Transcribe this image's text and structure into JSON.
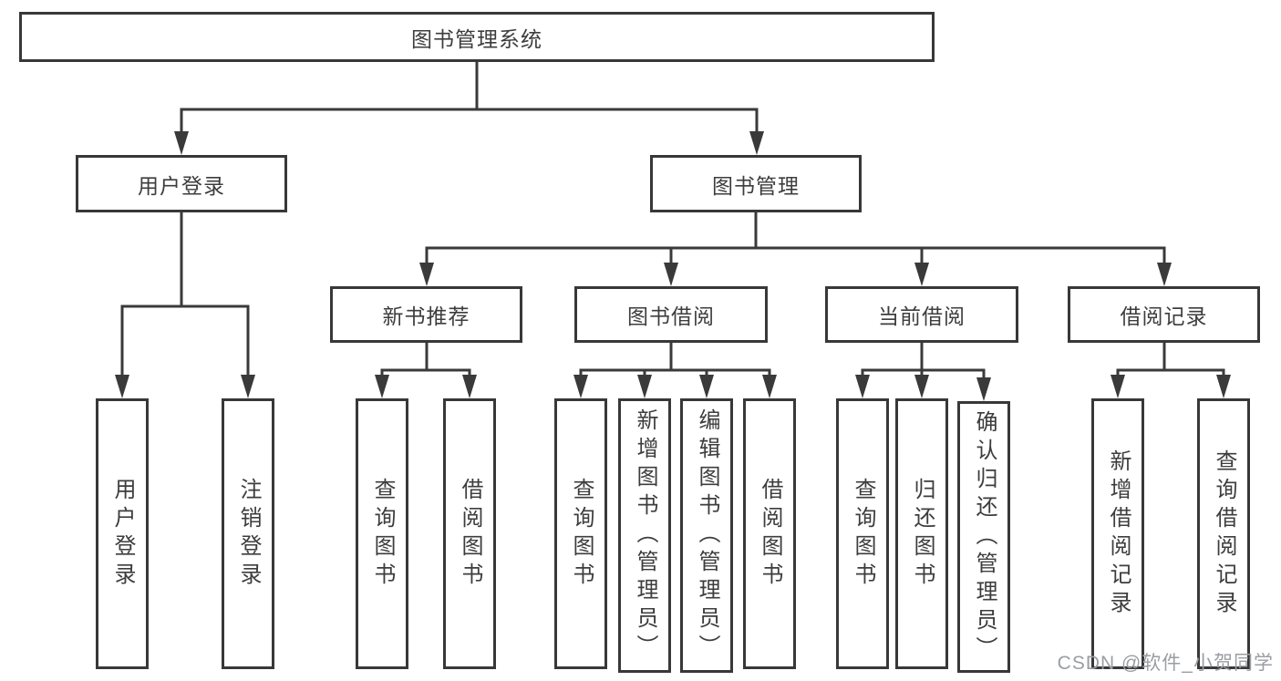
{
  "diagram_title": "图书管理系统",
  "watermark": "CSDN @软件_小贺同学",
  "colors": {
    "line": "#3a3a3a",
    "border": "#383838",
    "text": "#3d3d3d",
    "watermark": "#9a9ea3",
    "background": "#ffffff"
  },
  "nodes": {
    "root": {
      "label": "图书管理系统"
    },
    "user_login": {
      "label": "用户登录"
    },
    "book_mgmt": {
      "label": "图书管理"
    },
    "new_book_rec": {
      "label": "新书推荐"
    },
    "book_borrow": {
      "label": "图书借阅"
    },
    "current_borrow": {
      "label": "当前借阅"
    },
    "borrow_records": {
      "label": "借阅记录"
    },
    "login": {
      "label": "用户登录"
    },
    "logout": {
      "label": "注销登录"
    },
    "rec_query_books": {
      "label": "查询图书"
    },
    "rec_borrow_books": {
      "label": "借阅图书"
    },
    "bb_query_books": {
      "label": "查询图书"
    },
    "bb_add_books": {
      "label": "新增图书（管理员）"
    },
    "bb_edit_books": {
      "label": "编辑图书（管理员）"
    },
    "bb_borrow_books": {
      "label": "借阅图书"
    },
    "cb_query_books": {
      "label": "查询图书"
    },
    "cb_return_books": {
      "label": "归还图书"
    },
    "cb_confirm_return": {
      "label": "确认归还（管理员）"
    },
    "br_add_record": {
      "label": "新增借阅记录"
    },
    "br_query_record": {
      "label": "查询借阅记录"
    }
  }
}
